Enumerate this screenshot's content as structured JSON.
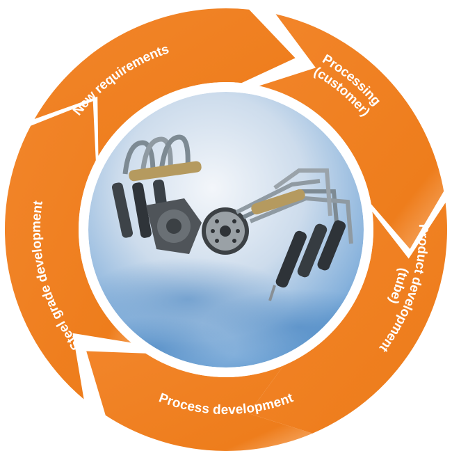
{
  "colors": {
    "segment": "#f07f1d",
    "segment_light": "#f6a25a",
    "ring": "#ffffff",
    "sky_top": "#e9eff6",
    "sky_bottom": "#5f9ad0",
    "label": "#ffffff"
  },
  "center_image": {
    "subject": "fuel-injection-system-render"
  },
  "segments": [
    {
      "id": "new-requirements",
      "lines": [
        "New requirements"
      ]
    },
    {
      "id": "processing-customer",
      "lines": [
        "Processing",
        "(customer)"
      ]
    },
    {
      "id": "product-development-tube",
      "lines": [
        "Product development",
        "(tube)"
      ]
    },
    {
      "id": "process-development",
      "lines": [
        "Process development"
      ]
    },
    {
      "id": "steel-grade-development",
      "lines": [
        "Steel grade development"
      ]
    }
  ]
}
